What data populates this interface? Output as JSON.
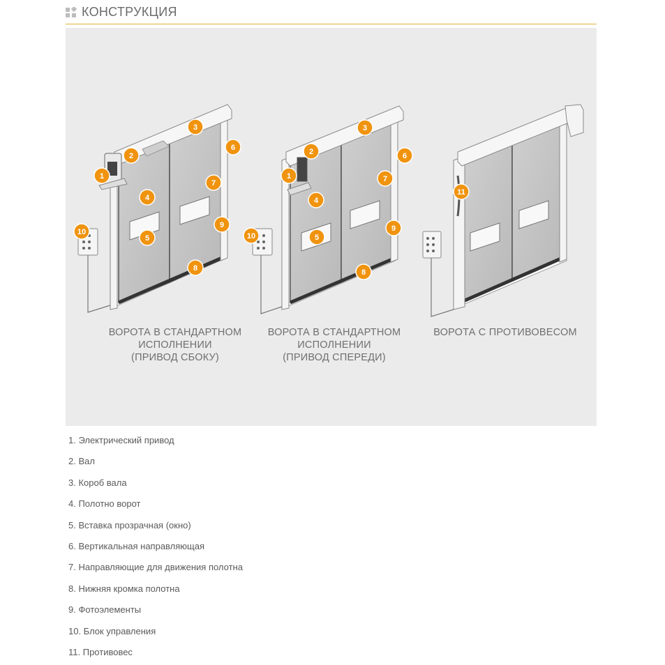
{
  "header": {
    "title": "КОНСТРУКЦИЯ",
    "icon": "grid-squares-icon"
  },
  "colors": {
    "accent": "#f0930e",
    "rule": "#e2b23a",
    "panel_bg": "#ebebeb"
  },
  "figures": [
    {
      "caption": [
        "ВОРОТА В СТАНДАРТНОМ",
        "ИСПОЛНЕНИИ",
        "(ПРИВОД СБОКУ)"
      ],
      "badges": [
        "1",
        "2",
        "3",
        "4",
        "5",
        "6",
        "7",
        "8",
        "9",
        "10"
      ]
    },
    {
      "caption": [
        "ВОРОТА В СТАНДАРТНОМ",
        "ИСПОЛНЕНИИ",
        "(ПРИВОД СПЕРЕДИ)"
      ],
      "badges": [
        "1",
        "2",
        "3",
        "4",
        "5",
        "6",
        "7",
        "8",
        "9",
        "10"
      ]
    },
    {
      "caption": [
        "ВОРОТА С ПРОТИВОВЕСОМ"
      ],
      "badges": [
        "11"
      ]
    }
  ],
  "legend": [
    "1. Электрический привод",
    "2. Вал",
    "3. Короб вала",
    "4. Полотно ворот",
    "5. Вставка прозрачная (окно)",
    "6. Вертикальная направляющая",
    "7. Направляющие для движения полотна",
    "8. Нижняя кромка полотна",
    "9. Фотоэлементы",
    "10. Блок управления",
    "11. Противовес"
  ]
}
